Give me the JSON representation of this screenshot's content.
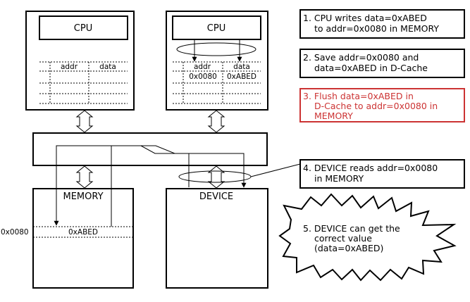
{
  "left_cpu": {
    "title": "CPU",
    "cache_headers": [
      "addr",
      "data"
    ]
  },
  "right_cpu": {
    "title": "CPU",
    "cache_headers": [
      "addr",
      "data"
    ],
    "cache_row": {
      "addr": "0x0080",
      "data": "0xABED"
    }
  },
  "memory": {
    "title": "MEMORY",
    "address_label": "0x0080",
    "cell_value": "0xABED"
  },
  "device": {
    "title": "DEVICE"
  },
  "steps": [
    {
      "line1": "1. CPU writes data=0xABED",
      "line2": "to addr=0x0080 in MEMORY",
      "line3": "",
      "color": "#000000"
    },
    {
      "line1": "2. Save addr=0x0080 and",
      "line2": "data=0xABED in D-Cache",
      "line3": "",
      "color": "#000000"
    },
    {
      "line1": "3. Flush data=0xABED in",
      "line2": "D-Cache to addr=0x0080 in",
      "line3": "MEMORY",
      "color": "#cc3333"
    },
    {
      "line1": "4. DEVICE reads addr=0x0080",
      "line2": "in MEMORY",
      "line3": "",
      "color": "#000000"
    },
    {
      "line1": "5. DEVICE can get the",
      "line2": "correct value",
      "line3": "(data=0xABED)",
      "color": "#000000"
    }
  ]
}
